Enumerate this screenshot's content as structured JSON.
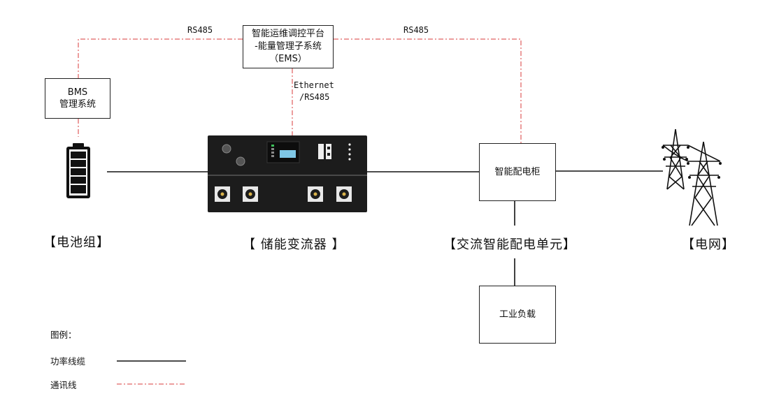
{
  "ems_box": {
    "line1": "智能运维调控平台",
    "line2": "-能量管理子系统",
    "line3": "（EMS）"
  },
  "bms_box": {
    "line1": "BMS",
    "line2": "管理系统"
  },
  "cabinet_box": {
    "label": "智能配电柜"
  },
  "load_box": {
    "label": "工业负载"
  },
  "links": {
    "rs485_left": "RS485",
    "rs485_right": "RS485",
    "ethernet_line1": "Ethernet",
    "ethernet_line2": "/RS485"
  },
  "components": {
    "battery": "【电池组】",
    "pcs": "【 储能变流器 】",
    "ac_unit": "【交流智能配电单元】",
    "grid": "【电网】"
  },
  "legend": {
    "title": "图例：",
    "power_cable": "功率线缆",
    "comm_line": "通讯线"
  },
  "colors": {
    "power_line": "#111111",
    "comm_line": "#d83b3b",
    "pcs_body": "#1c1c1c",
    "pcs_screen": "#7fc7e6"
  },
  "icons": [
    "battery-icon",
    "inverter-icon",
    "power-tower-icon"
  ]
}
